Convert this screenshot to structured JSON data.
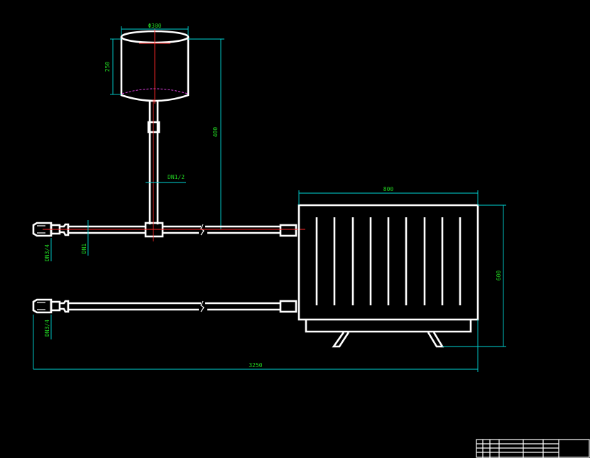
{
  "drawing": {
    "colors": {
      "background": "#000000",
      "geometry": "#ffffff",
      "dimension_lines": "#00d7d7",
      "dimension_text": "#22d522",
      "centerline": "#ff2a2a",
      "hidden": "#e040e0"
    },
    "dimensions": {
      "tank_diameter": "Φ300",
      "tank_height": "250",
      "riser_height": "400",
      "riser_pipe": "DN1/2",
      "main_pipe": "DN1",
      "inlet_top": "DN3/4",
      "inlet_bottom": "DN3/4",
      "radiator_width": "800",
      "radiator_height": "600",
      "overall_length": "3250"
    }
  }
}
